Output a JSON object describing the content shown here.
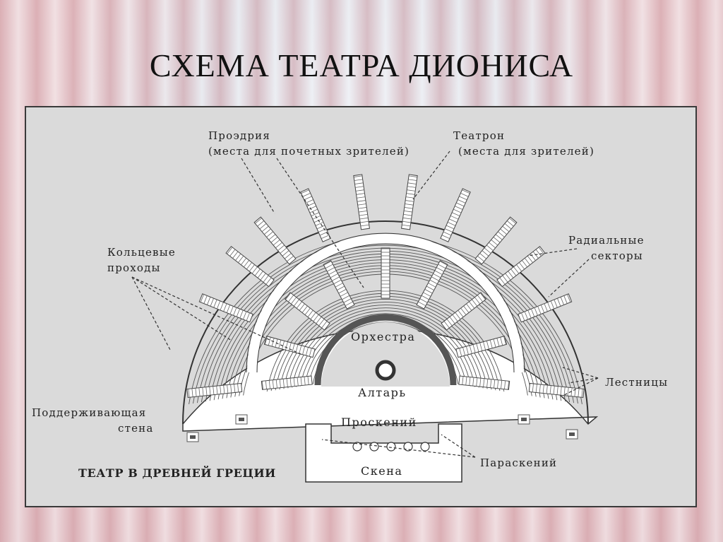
{
  "title": "СХЕМА ТЕАТРА ДИОНИСА",
  "labels": {
    "proedria_1": "Проэдрия",
    "proedria_2": "(места для почетных зрителей)",
    "teatron_1": "Театрон",
    "teatron_2": "(места для зрителей)",
    "rings_1": "Кольцевые",
    "rings_2": "проходы",
    "radial_1": "Радиальные",
    "radial_2": "секторы",
    "orchestra": "Орхестра",
    "altar": "Алтарь",
    "stairs": "Лестницы",
    "wall_1": "Поддерживающая",
    "wall_2": "стена",
    "proskenion": "Проскений",
    "paraskenion": "Параскений",
    "skena": "Скена",
    "caption": "ТЕАТР В ДРЕВНЕЙ ГРЕЦИИ"
  },
  "colors": {
    "panel_bg": "#dadada",
    "line": "#444444",
    "seat_line": "#555555",
    "white": "#ffffff"
  }
}
